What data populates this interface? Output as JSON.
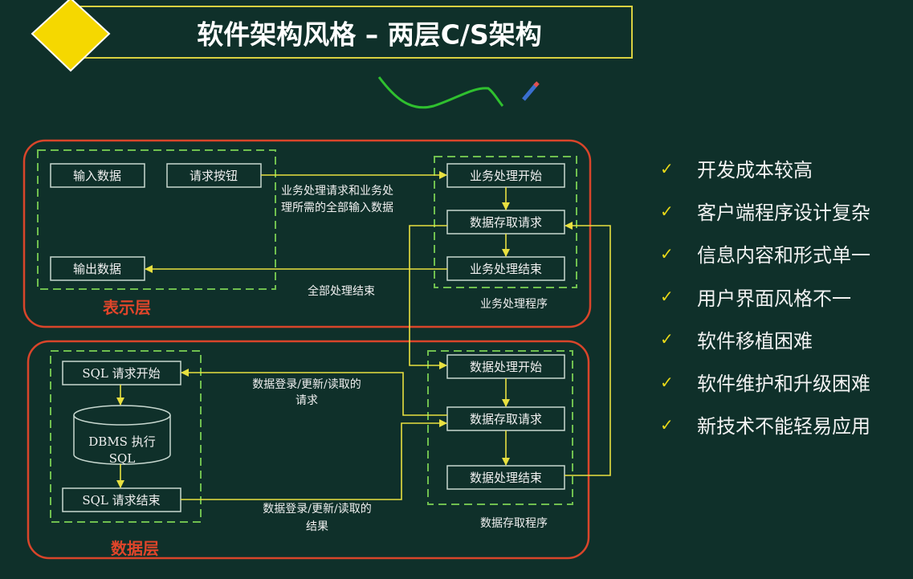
{
  "title": "软件架构风格 – 两层C/S架构",
  "presentation": {
    "layer_label": "表示层",
    "input_box": "输入数据",
    "request_button_box": "请求按钮",
    "output_box": "输出数据",
    "request_label_line1": "业务处理请求和业务处",
    "request_label_line2": "理所需的全部输入数据",
    "end_label": "全部处理结束",
    "program_label": "业务处理程序",
    "business_start": "业务处理开始",
    "data_access_request": "数据存取请求",
    "business_end": "业务处理结束"
  },
  "data": {
    "layer_label": "数据层",
    "sql_start": "SQL 请求开始",
    "dbms_line1": "DBMS 执行",
    "dbms_line2": "SQL",
    "sql_end": "SQL 请求结束",
    "request_label_line1": "数据登录/更新/读取的",
    "request_label_line2": "请求",
    "result_label_line1": "数据登录/更新/读取的",
    "result_label_line2": "结果",
    "program_label": "数据存取程序",
    "data_start": "数据处理开始",
    "data_access_request": "数据存取请求",
    "data_end": "数据处理结束"
  },
  "drawbacks": [
    "开发成本较高",
    "客户端程序设计复杂",
    "信息内容和形式单一",
    "用户界面风格不一",
    "软件移植困难",
    "软件维护和升级困难",
    "新技术不能轻易应用"
  ],
  "check_icon": "✓",
  "colors": {
    "background": "#0f302a",
    "accent": "#f5d800",
    "arrow": "#e8e040",
    "layer": "#d9452a",
    "dash": "#6fbf4f"
  }
}
